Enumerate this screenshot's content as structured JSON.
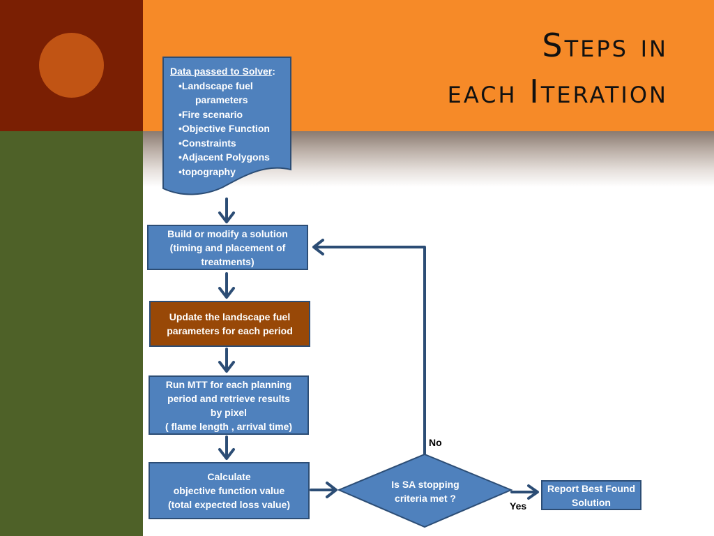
{
  "slide": {
    "title_line1": "Steps in",
    "title_line2": "each Iteration"
  },
  "colors": {
    "dark_red": "#7a1f03",
    "green": "#4e6128",
    "orange": "#f68a28",
    "circle": "#c15414",
    "box_fill": "#4f81bd",
    "box_border": "#2c4d75",
    "highlight_box": "#984807",
    "arrow": "#2c4d75"
  },
  "document": {
    "heading": "Data passed to Solver",
    "items": [
      "Landscape fuel",
      "parameters",
      "Fire scenario",
      "Objective Function",
      "Constraints",
      "Adjacent Polygons",
      "topography"
    ]
  },
  "steps": {
    "build": [
      "Build or modify a solution",
      "(timing and placement of",
      "treatments)"
    ],
    "update": [
      "Update the landscape fuel",
      "parameters for each period"
    ],
    "run": [
      "Run MTT for each planning",
      "period and retrieve results",
      "by pixel",
      "( flame length , arrival time)"
    ],
    "calc": [
      "Calculate",
      "objective function value",
      "(total expected loss value)"
    ],
    "decision": [
      "Is SA stopping",
      "criteria met ?"
    ],
    "report": [
      "Report Best Found",
      "Solution"
    ]
  },
  "labels": {
    "no": "No",
    "yes": "Yes"
  }
}
